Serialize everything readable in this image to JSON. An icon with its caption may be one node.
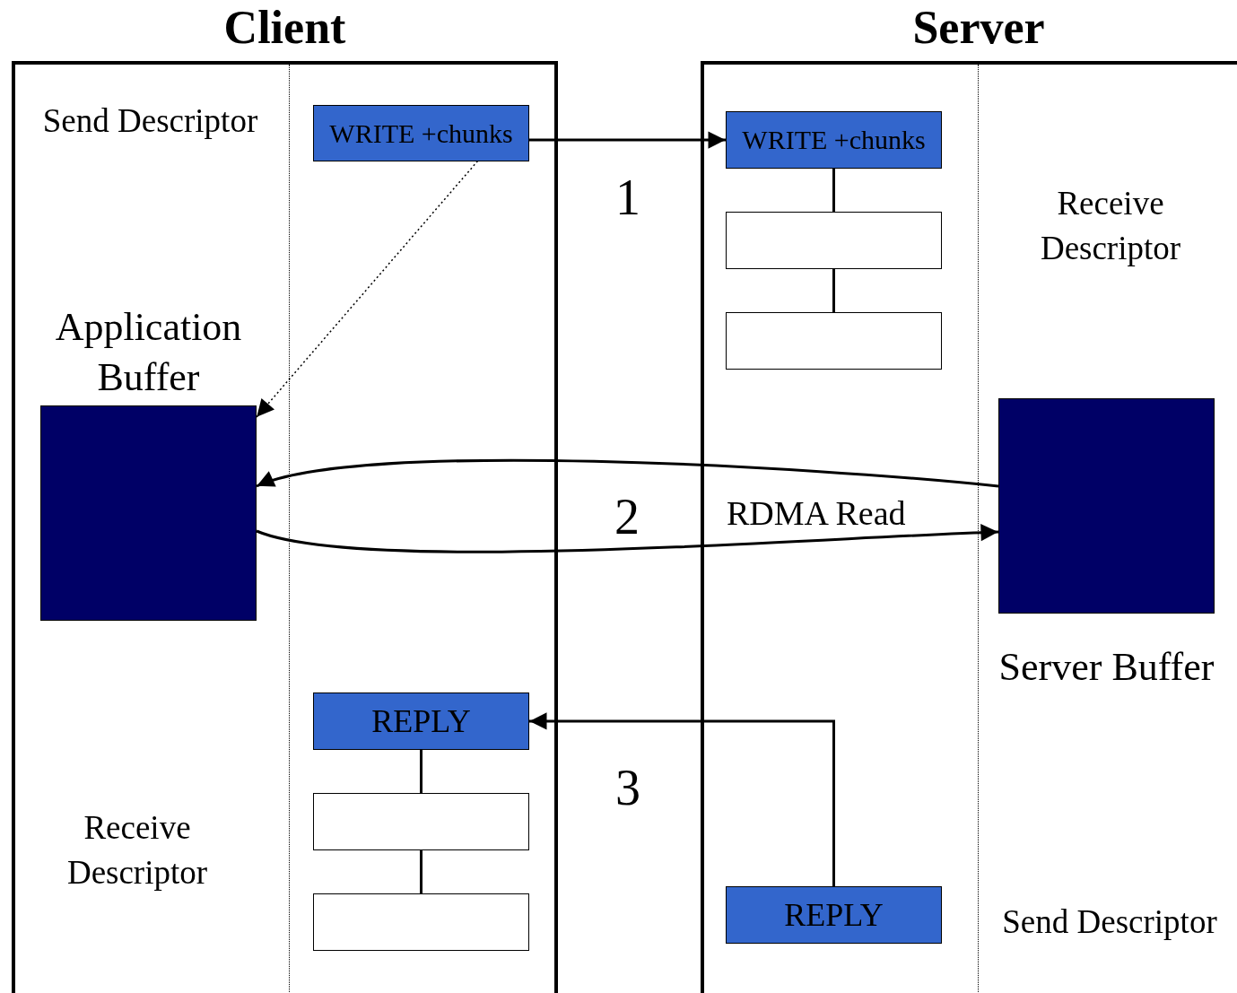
{
  "diagram": {
    "nodes": [
      {
        "text": [
          "Client"
        ]
      },
      {
        "text": [
          "Server"
        ]
      },
      {
        "text": [
          "WRITE +chunks"
        ],
        "in": 0
      },
      {
        "text": [
          "Application Buffer"
        ],
        "in": 0
      },
      {
        "text": [
          "REPLY"
        ],
        "in": 0
      },
      {
        "text": [],
        "shape": "box",
        "in": 0
      },
      {
        "text": [],
        "shape": "box",
        "in": 0
      },
      {
        "text": [
          "WRITE +chunks"
        ],
        "in": 1
      },
      {
        "text": [],
        "shape": "box",
        "in": 1
      },
      {
        "text": [],
        "shape": "box",
        "in": 1
      },
      {
        "text": [
          "Server Buffer"
        ],
        "in": 1
      },
      {
        "text": [
          "REPLY"
        ],
        "in": 1
      }
    ],
    "edges": [
      {
        "from": 2,
        "to": 7,
        "arrow": "to",
        "label": "1"
      },
      {
        "from": 7,
        "to": 8,
        "arrow": "none"
      },
      {
        "from": 8,
        "to": 9,
        "arrow": "none"
      },
      {
        "from": 2,
        "to": 3,
        "arrow": "to",
        "style": "dashed"
      },
      {
        "from": 10,
        "to": 3,
        "arrow": "to",
        "label": "2"
      },
      {
        "from": 3,
        "to": 10,
        "arrow": "to",
        "label": "RDMA Read"
      },
      {
        "from": 11,
        "to": 4,
        "arrow": "to",
        "label": "3"
      },
      {
        "from": 4,
        "to": 5,
        "arrow": "none"
      },
      {
        "from": 5,
        "to": 6,
        "arrow": "none"
      }
    ],
    "labels": [
      "Send Descriptor",
      "Receive Descriptor",
      "Receive Descriptor",
      "Send Descriptor"
    ]
  }
}
